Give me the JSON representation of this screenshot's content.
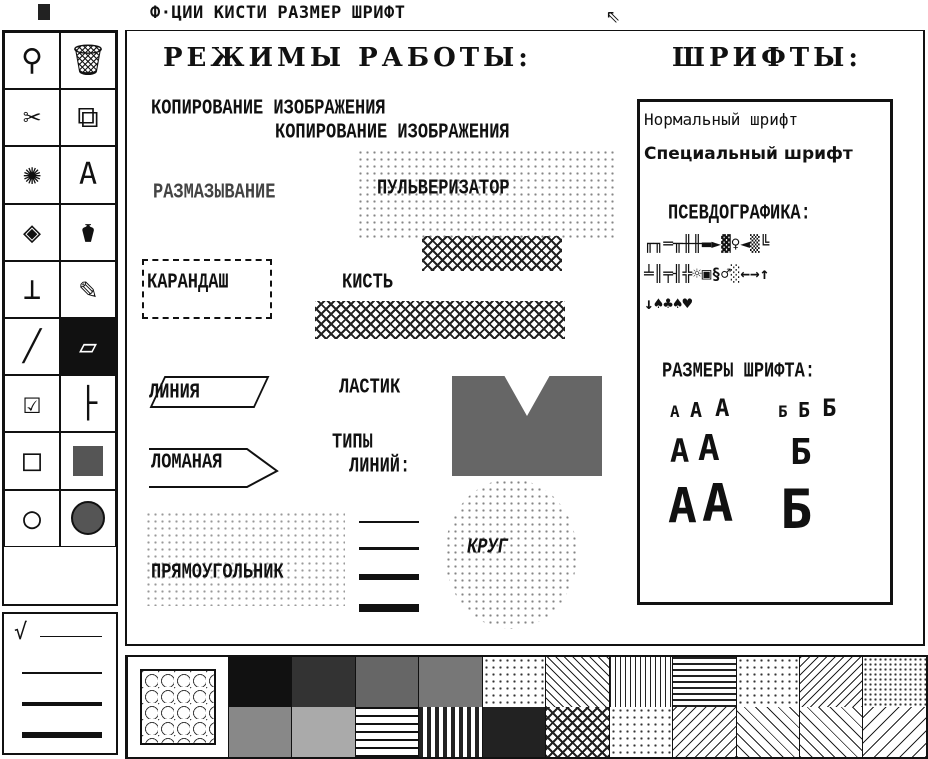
{
  "menu": {
    "items": [
      "Ф·ЦИИ",
      "КИСТИ",
      "РАЗМЕР",
      "ШРИФТ"
    ]
  },
  "tools": [
    "magnifier",
    "trash",
    "scissors",
    "copy",
    "spray",
    "text",
    "fill",
    "paint-bucket",
    "stamp",
    "pencil",
    "line",
    "eraser",
    "polygon",
    "vertical-line",
    "rectangle",
    "filled-rectangle",
    "circle",
    "filled-circle"
  ],
  "canvas": {
    "modes_title": "РЕЖИМЫ РАБОТЫ:",
    "copy1": "КОПИРОВАНИЕ ИЗОБРАЖЕНИЯ",
    "copy2": "КОПИРОВАНИЕ ИЗОБРАЖЕНИЯ",
    "smudge": "РАЗМАЗЫВАНИЕ",
    "spray": "ПУЛЬВЕРИЗАТОР",
    "pencil": "КАРАНДАШ",
    "brush": "КИСТЬ",
    "line": "ЛИНИЯ",
    "eraser": "ЛАСТИК",
    "polyline": "ЛОМАНАЯ",
    "line_types1": "ТИПЫ",
    "line_types2": "ЛИНИЙ:",
    "rectangle": "ПРЯМОУГОЛЬНИК",
    "circle": "КРУГ",
    "fonts_title": "ШРИФТЫ:",
    "normal_font": "Нормальный шрифт",
    "special_font": "Специальный шрифт",
    "pseudo_title": "ПСЕВДОГРАФИКА:",
    "pseudo1": "╓╖═╥╫╫▬►▓♀◄▒╚",
    "pseudo2": "╧║╤╢╬☼▣§♂░←→↑",
    "pseudo3": "↓♠♣♠♥",
    "sizes_title": "РАЗМЕРЫ ШРИФТА:",
    "size_a": "А",
    "size_b": "Б"
  }
}
